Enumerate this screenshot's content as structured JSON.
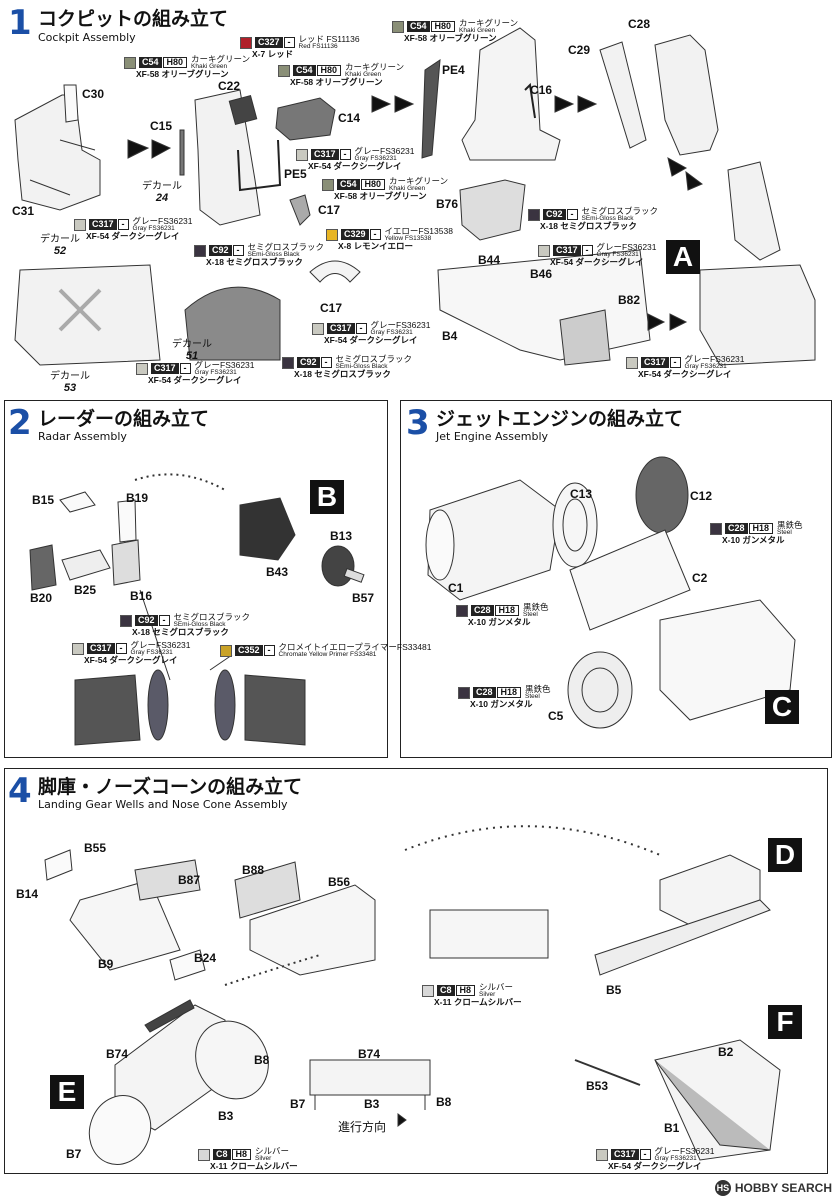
{
  "steps": [
    {
      "num": "1",
      "jp": "コクピットの組み立て",
      "en": "Cockpit Assembly"
    },
    {
      "num": "2",
      "jp": "レーダーの組み立て",
      "en": "Radar Assembly"
    },
    {
      "num": "3",
      "jp": "ジェットエンジンの組み立て",
      "en": "Jet Engine Assembly"
    },
    {
      "num": "4",
      "jp": "脚庫・ノーズコーンの組み立て",
      "en": "Landing Gear Wells and Nose Cone Assembly"
    }
  ],
  "subassemblies": {
    "A": "A",
    "B": "B",
    "C": "C",
    "D": "D",
    "E": "E",
    "F": "F"
  },
  "parts": {
    "s1": [
      "C30",
      "C15",
      "C22",
      "C14",
      "PE4",
      "C16",
      "C28",
      "C29",
      "C31",
      "PE5",
      "C17",
      "C17",
      "B76",
      "B44",
      "B46",
      "B82",
      "B4"
    ],
    "s2": [
      "B15",
      "B19",
      "B20",
      "B25",
      "B16",
      "B13",
      "B43",
      "B57"
    ],
    "s3": [
      "C13",
      "C12",
      "C1",
      "C2",
      "C5"
    ],
    "s4": [
      "B55",
      "B87",
      "B14",
      "B9",
      "B24",
      "B88",
      "B56",
      "D",
      "B5",
      "B74",
      "B8",
      "B3",
      "B7",
      "B74",
      "B7",
      "B3",
      "B8",
      "B2",
      "B53",
      "B1"
    ]
  },
  "decals": {
    "d24": {
      "label": "デカール",
      "num": "24"
    },
    "d52": {
      "label": "デカール",
      "num": "52"
    },
    "d51": {
      "label": "デカール",
      "num": "51"
    },
    "d53": {
      "label": "デカール",
      "num": "53"
    }
  },
  "paints": {
    "p1": {
      "code": "C54",
      "h": "H80",
      "name": "カーキグリーン",
      "en": "Khaki Green",
      "x": "XF-58 オリーブグリーン",
      "color": "#8a8f77"
    },
    "p2": {
      "code": "C327",
      "h": "-",
      "name": "レッド FS11136",
      "en": "Red FS11136",
      "x": "X-7 レッド",
      "color": "#b0202a"
    },
    "p3": {
      "code": "C54",
      "h": "H80",
      "name": "カーキグリーン",
      "en": "Khaki Green",
      "x": "XF-58 オリーブグリーン",
      "color": "#8a8f77"
    },
    "p4": {
      "code": "C54",
      "h": "H80",
      "name": "カーキグリーン",
      "en": "Khaki Green",
      "x": "XF-58 オリーブグリーン",
      "color": "#8a8f77"
    },
    "p5": {
      "code": "C317",
      "h": "-",
      "name": "グレーFS36231",
      "en": "Gray FS36231",
      "x": "XF-54 ダークシーグレイ",
      "color": "#c9c9c0"
    },
    "p6": {
      "code": "C54",
      "h": "H80",
      "name": "カーキグリーン",
      "en": "Khaki Green",
      "x": "XF-58 オリーブグリーン",
      "color": "#8a8f77"
    },
    "p7": {
      "code": "C317",
      "h": "-",
      "name": "グレーFS36231",
      "en": "Gray FS36231",
      "x": "XF-54 ダークシーグレイ",
      "color": "#c9c9c0"
    },
    "p8": {
      "code": "C92",
      "h": "-",
      "name": "セミグロスブラック",
      "en": "SEmi-Gloss Black",
      "x": "X-18 セミグロスブラック",
      "color": "#3a3340"
    },
    "p9": {
      "code": "C329",
      "h": "-",
      "name": "イエローFS13538",
      "en": "Yellow FS13538",
      "x": "X-8 レモンイエロー",
      "color": "#e8b524"
    },
    "p10": {
      "code": "C92",
      "h": "-",
      "name": "セミグロスブラック",
      "en": "SEmi-Gloss Black",
      "x": "X-18 セミグロスブラック",
      "color": "#3a3340"
    },
    "p11": {
      "code": "C317",
      "h": "-",
      "name": "グレーFS36231",
      "en": "Gray FS36231",
      "x": "XF-54 ダークシーグレイ",
      "color": "#c9c9c0"
    },
    "p12": {
      "code": "C317",
      "h": "-",
      "name": "グレーFS36231",
      "en": "Gray FS36231",
      "x": "XF-54 ダークシーグレイ",
      "color": "#c9c9c0"
    },
    "p13": {
      "code": "C317",
      "h": "-",
      "name": "グレーFS36231",
      "en": "Gray FS36231",
      "x": "XF-54 ダークシーグレイ",
      "color": "#c9c9c0"
    },
    "p14": {
      "code": "C92",
      "h": "-",
      "name": "セミグロスブラック",
      "en": "SEmi-Gloss Black",
      "x": "X-18 セミグロスブラック",
      "color": "#3a3340"
    },
    "p15": {
      "code": "C317",
      "h": "-",
      "name": "グレーFS36231",
      "en": "Gray FS36231",
      "x": "XF-54 ダークシーグレイ",
      "color": "#c9c9c0"
    },
    "r1": {
      "code": "C92",
      "h": "-",
      "name": "セミグロスブラック",
      "en": "SEmi-Gloss Black",
      "x": "X-18 セミグロスブラック",
      "color": "#3a3340"
    },
    "r2": {
      "code": "C317",
      "h": "-",
      "name": "グレーFS36231",
      "en": "Gray FS36231",
      "x": "XF-54 ダークシーグレイ",
      "color": "#c9c9c0"
    },
    "r3": {
      "code": "C352",
      "h": "-",
      "name": "クロメイトイエロープライマーFS33481",
      "en": "Chromate Yellow Primer FS33481",
      "x": "",
      "color": "#c9a227"
    },
    "e1": {
      "code": "C28",
      "h": "H18",
      "name": "黒鉄色",
      "en": "Steel",
      "x": "X-10 ガンメタル",
      "color": "#3a3340"
    },
    "e2": {
      "code": "C28",
      "h": "H18",
      "name": "黒鉄色",
      "en": "Steel",
      "x": "X-10 ガンメタル",
      "color": "#3a3340"
    },
    "e3": {
      "code": "C28",
      "h": "H18",
      "name": "黒鉄色",
      "en": "Steel",
      "x": "X-10 ガンメタル",
      "color": "#3a3340"
    },
    "g1": {
      "code": "C8",
      "h": "H8",
      "name": "シルバー",
      "en": "Silver",
      "x": "X-11 クロームシルバー",
      "color": "#d8d8d8"
    },
    "g2": {
      "code": "C8",
      "h": "H8",
      "name": "シルバー",
      "en": "Silver",
      "x": "X-11 クロームシルバー",
      "color": "#d8d8d8"
    },
    "g3": {
      "code": "C317",
      "h": "-",
      "name": "グレーFS36231",
      "en": "Gray FS36231",
      "x": "XF-54 ダークシーグレイ",
      "color": "#c9c9c0"
    }
  },
  "direction_label": "進行方向",
  "footer": "HOBBY SEARCH"
}
